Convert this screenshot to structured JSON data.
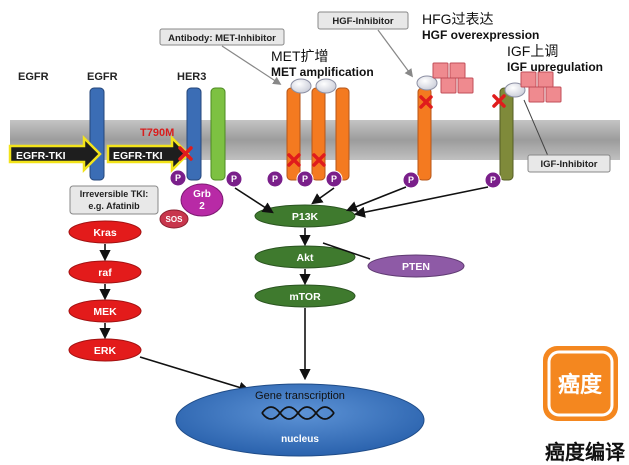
{
  "labels": {
    "egfr1": "EGFR",
    "egfr2": "EGFR",
    "her3": "HER3",
    "t790m": "T790M",
    "egfr_tki_1": "EGFR-TKI",
    "egfr_tki_2": "EGFR-TKI",
    "irreversible_1": "Irreversible TKI:",
    "irreversible_2": "e.g. Afatinib",
    "antibody": "Antibody: MET-Inhibitor",
    "met_cn": "MET扩增",
    "met_en": "MET amplification",
    "hgf_inhibitor": "HGF-Inhibitor",
    "hfg_cn": "HFG过表达",
    "hgf_en": "HGF overexpression",
    "igf_cn": "IGF上调",
    "igf_en": "IGF upregulation",
    "igf_inhibitor": "IGF-Inhibitor",
    "grb_1": "Grb",
    "grb_2": "2",
    "sos": "SOS",
    "kras": "Kras",
    "raf": "raf",
    "mek": "MEK",
    "erk": "ERK",
    "p13k": "P13K",
    "akt": "Akt",
    "mtor": "mTOR",
    "pten": "PTEN",
    "gene_transcription": "Gene transcription",
    "nucleus": "nucleus",
    "p": "P",
    "logo_char": "癌度",
    "logo_text": "癌度编译"
  },
  "colors": {
    "membrane": "#a8a8a8",
    "egfr_blue": "#3b6db5",
    "her_green": "#7dc142",
    "orange": "#f47a20",
    "olive": "#7f8a3a",
    "ras_red": "#e31b1b",
    "pi3k_green": "#3f7a2e",
    "pten_purple": "#8e5aa6",
    "p_purple": "#7a1f8a",
    "grb_magenta": "#b82aa6",
    "nucleus_blue": "#2f6fba",
    "hgf_pink": "#ef8a8f",
    "logo_orange": "#f4871f"
  }
}
